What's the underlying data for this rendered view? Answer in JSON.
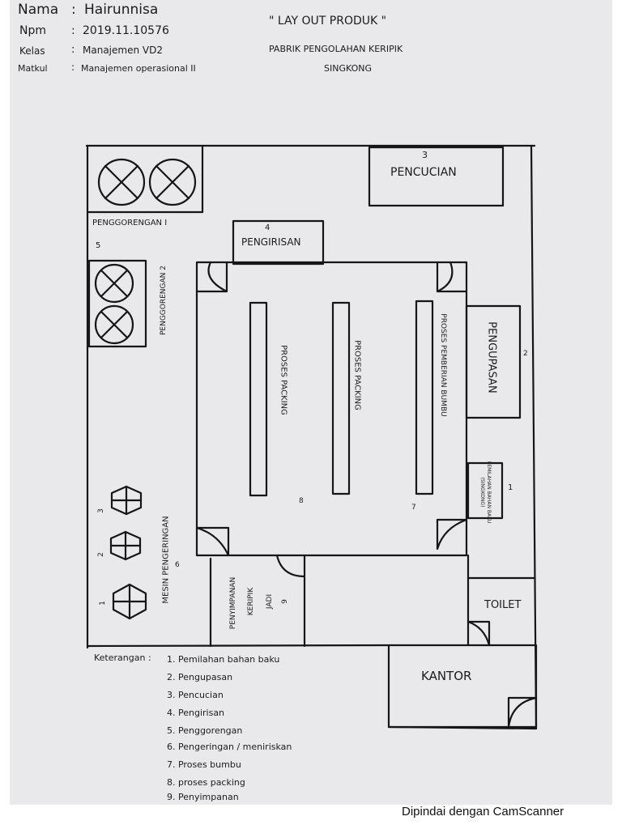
{
  "header": {
    "rows": [
      {
        "key": "Nama",
        "value": "Hairunnisa"
      },
      {
        "key": "Npm",
        "value": "2019.11.10576"
      },
      {
        "key": "Kelas",
        "value": "Manajemen VD2"
      },
      {
        "key": "Matkul",
        "value": "Manajemen operasional II"
      }
    ],
    "title": "\" LAY OUT PRODUK \"",
    "subtitle_line1": "PABRIK PENGOLAHAN KERIPIK",
    "subtitle_line2": "SINGKONG"
  },
  "rooms": {
    "pencucian": {
      "number": "3",
      "label": "PENCUCIAN"
    },
    "penggorengan1": {
      "label": "PENGGORENGAN I"
    },
    "penggorengan_number": "5",
    "penggorengan2": {
      "label": "PENGGORENGAN 2"
    },
    "pengirisan": {
      "number": "4",
      "label": "PENGIRISAN"
    },
    "proses_packing_1": {
      "label": "PROSES PACKING"
    },
    "proses_packing_2": {
      "label": "PROSES PACKING"
    },
    "proses_bumbu": {
      "label": "PROSES PEMBERIAN BUMBU"
    },
    "pengupasan": {
      "number": "2",
      "label": "PENGUPASAN"
    },
    "pemilahan": {
      "number": "1",
      "label": "PEMILAHAN BAHAN BAKU (SINGKONG)"
    },
    "center_numbers": {
      "packing": "8",
      "bumbu": "7"
    },
    "mesin": {
      "number": "6",
      "label": "MESIN PENGERINGAN",
      "unit_numbers": [
        "3",
        "2",
        "1"
      ]
    },
    "penyimpanan": {
      "number": "9",
      "label_line1": "PENYIMPANAN",
      "label_line2": "KERIPIK",
      "label_line3": "JADI"
    },
    "toilet": {
      "label": "TOILET"
    },
    "kantor": {
      "label": "KANTOR"
    }
  },
  "legend": {
    "title": "Keterangan :",
    "items": [
      "1. Pemilahan bahan baku",
      "2. Pengupasan",
      "3. Pencucian",
      "4. Pengirisan",
      "5. Penggorengan",
      "6. Pengeringan / meniriskan",
      "7. Proses bumbu",
      "8. proses packing",
      "9. Penyimpanan"
    ]
  },
  "footer": {
    "scanner_text": "Dipindai dengan CamScanner"
  }
}
